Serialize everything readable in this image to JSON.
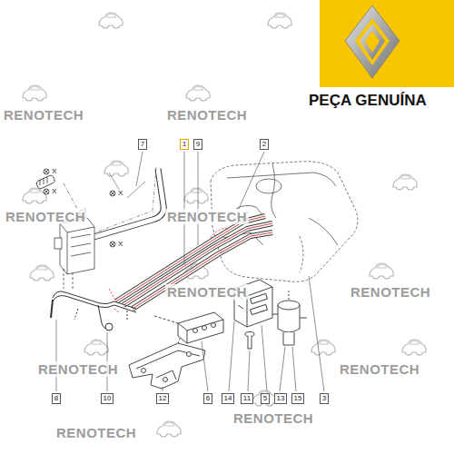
{
  "diagram": {
    "labels": [
      "PEÇA GENUÍNA",
      "RENOTECH",
      "RENOTECH",
      "RENOTECH",
      "RENOTECH",
      "RENOTECH",
      "RENOTECH",
      "RENOTECH",
      "RENOTECH",
      "RENOTECH",
      "RENOTECH",
      "7",
      "1",
      "9",
      "2",
      "8",
      "10",
      "12",
      "6",
      "14",
      "11",
      "5",
      "13",
      "15",
      "3",
      "X",
      "X",
      "X",
      "X"
    ]
  }
}
